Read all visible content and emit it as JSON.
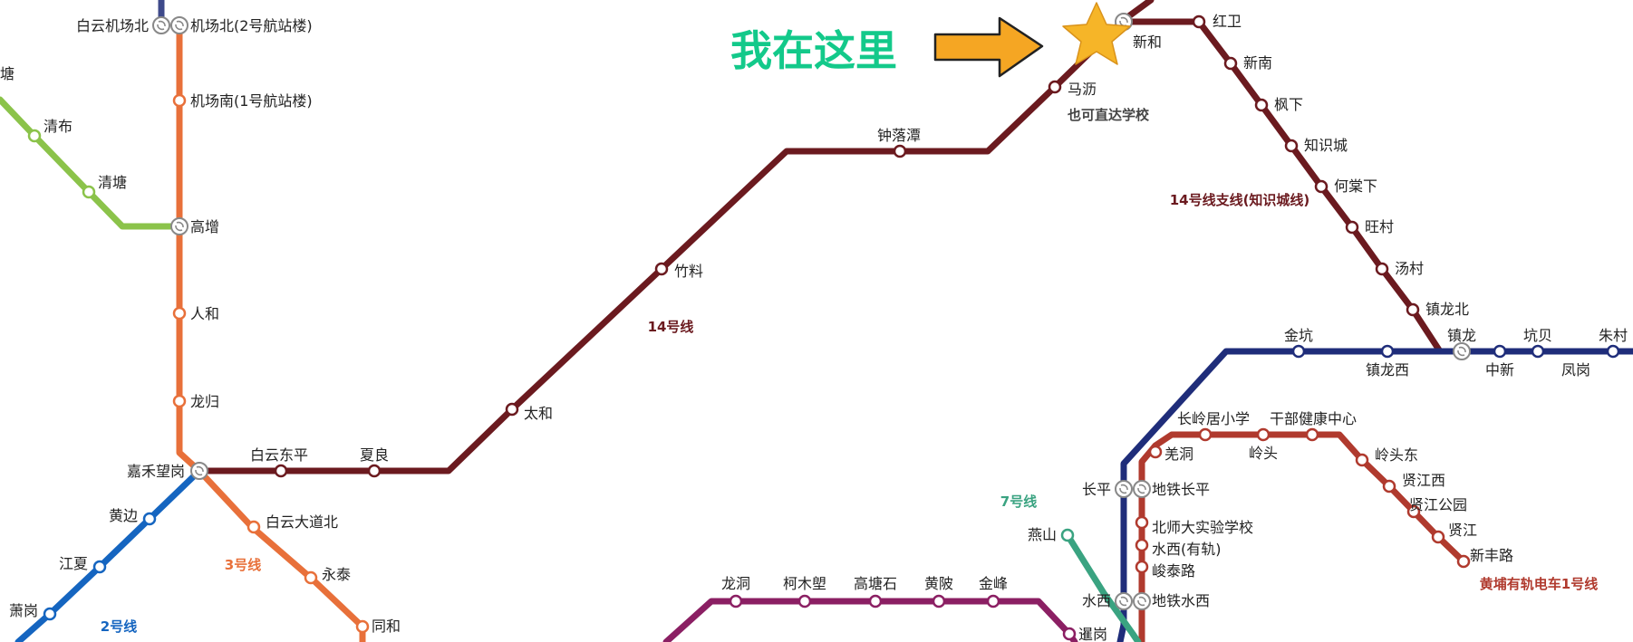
{
  "colors": {
    "line14": "#6b1a1f",
    "line3": "#e8703a",
    "line2": "#1565c0",
    "line9": "#8bc34a",
    "line21": "#1f2d7a",
    "tram1": "#b03a2e",
    "line7": "#3aa381",
    "line6": "#8b1f63",
    "line_top": "#3e4a8a",
    "title": "#13c98a",
    "arrow": "#f5a623",
    "star": "#f6b528"
  },
  "callout": {
    "title": "我在这里",
    "note": "也可直达学校"
  },
  "line_labels": {
    "line14": "14号线",
    "branch14": "14号线支线(知识城线)",
    "line3": "3号线",
    "line2": "2号线",
    "line7": "7号线",
    "tram1": "黄埔有轨电车1号线"
  },
  "stations": {
    "baiyun_airport_n": "白云机场北",
    "airport_n_t2": "机场北(2号航站楼)",
    "airport_s_t1": "机场南(1号航站楼)",
    "gaozeng": "高增",
    "renhe": "人和",
    "longgui": "龙归",
    "jiahewanggang": "嘉禾望岗",
    "baiyundongping": "白云东平",
    "xialiang": "夏良",
    "taihe": "太和",
    "zhuliao": "竹料",
    "zhongluotan": "钟落潭",
    "mali": "马沥",
    "xinhe": "新和",
    "hongwei": "红卫",
    "xinnan": "新南",
    "fengxia": "枫下",
    "zhishicheng": "知识城",
    "hetangxia": "何棠下",
    "wangcun": "旺村",
    "tangcun": "汤村",
    "zhenlongbei": "镇龙北",
    "zhenlong": "镇龙",
    "jinkeng": "金坑",
    "zhenlongxi": "镇龙西",
    "zhongxin": "中新",
    "kengbei": "坑贝",
    "fenggang": "凤岗",
    "zhucun": "朱村",
    "qingbu": "清布",
    "qingtang": "清塘",
    "tang_partial": "塘",
    "huangbian": "黄边",
    "jiangxia": "江夏",
    "xiaogang": "萧岗",
    "baiyundadaobei": "白云大道北",
    "yongtai": "永泰",
    "tonghe": "同和",
    "changlingjuxiaoxue": "长岭居小学",
    "ganbujiankang": "干部健康中心",
    "qiandong": "羌洞",
    "lingtou": "岭头",
    "lingtoudong": "岭头东",
    "xianjiangxi": "贤江西",
    "xianjianggongyuan": "贤江公园",
    "xianjiang": "贤江",
    "xinfenglu": "新丰路",
    "changping": "长平",
    "ditie_changping": "地铁长平",
    "beishida": "北师大实验学校",
    "shuixi_tram": "水西(有轨)",
    "juntailu": "峻泰路",
    "shuixi": "水西",
    "ditie_shuixi": "地铁水西",
    "yanshan": "燕山",
    "longdong": "龙洞",
    "kemulang": "柯木塱",
    "gaotangshi": "高塘石",
    "huangbei": "黄陂",
    "jinfeng": "金峰",
    "xiagang": "暹岗"
  }
}
